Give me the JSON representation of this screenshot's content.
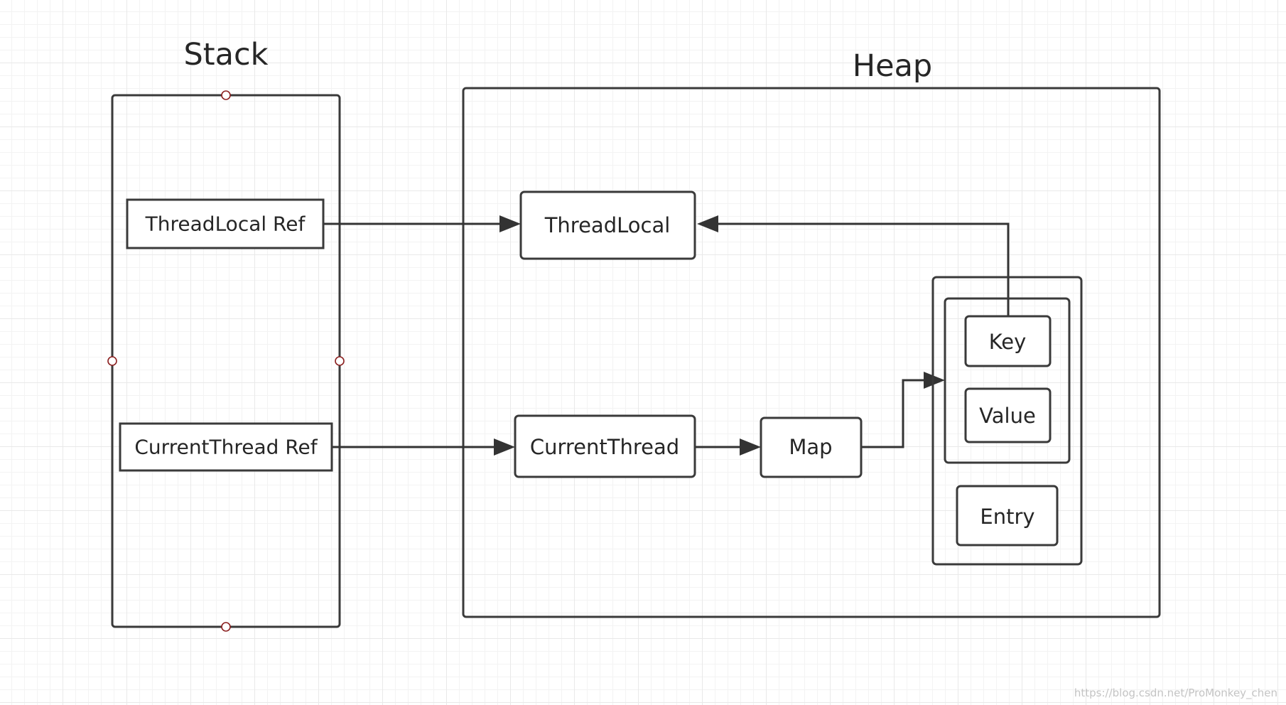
{
  "titles": {
    "stack": "Stack",
    "heap": "Heap"
  },
  "nodes": {
    "threadlocal_ref": "ThreadLocal Ref",
    "currentthread_ref": "CurrentThread Ref",
    "threadlocal": "ThreadLocal",
    "currentthread": "CurrentThread",
    "map": "Map",
    "key": "Key",
    "value": "Value",
    "entry": "Entry"
  },
  "watermark": "https://blog.csdn.net/ProMonkey_chen",
  "colors": {
    "stroke": "#3a3a3a",
    "arrow": "#333333",
    "handle": "#8b1f1f",
    "grid": "#e9e9e9"
  }
}
